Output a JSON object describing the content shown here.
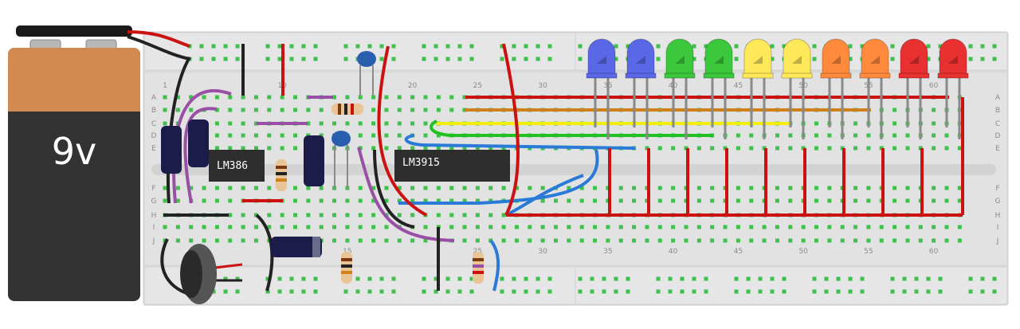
{
  "battery": {
    "label": "9v"
  },
  "chips": [
    {
      "name": "lm386-chip",
      "label": "LM386"
    },
    {
      "name": "lm3915-chip",
      "label": "LM3915"
    }
  ],
  "breadboard": {
    "row_labels": [
      "A",
      "B",
      "C",
      "D",
      "E",
      "F",
      "G",
      "H",
      "I",
      "J"
    ],
    "top_numbers": [
      "1",
      "10",
      "20",
      "25",
      "30",
      "35",
      "40",
      "45",
      "50",
      "55",
      "60"
    ],
    "bottom_numbers": [
      "15",
      "25",
      "30",
      "35",
      "40",
      "45",
      "50",
      "55",
      "60"
    ]
  },
  "leds": [
    {
      "color": "blue",
      "hex": "#5a68e8"
    },
    {
      "color": "blue",
      "hex": "#5a68e8"
    },
    {
      "color": "green",
      "hex": "#3cc83c"
    },
    {
      "color": "green",
      "hex": "#3cc83c"
    },
    {
      "color": "yellow",
      "hex": "#ffe95a"
    },
    {
      "color": "yellow",
      "hex": "#ffe95a"
    },
    {
      "color": "orange",
      "hex": "#ff8a3c"
    },
    {
      "color": "orange",
      "hex": "#ff8a3c"
    },
    {
      "color": "red",
      "hex": "#e83030"
    },
    {
      "color": "red",
      "hex": "#e83030"
    }
  ],
  "colors": {
    "board": "#e0e0e0",
    "battery_top": "#d38a50",
    "battery_body": "#333333",
    "wire_red": "#cc1111",
    "wire_black": "#222222",
    "wire_purple": "#9a4fa6",
    "wire_yellow": "#f2ee0a",
    "wire_green": "#22c022",
    "wire_blue": "#2a7ad8",
    "wire_orange": "#d0801a",
    "capacitor_ceramic": "#2a5fb0",
    "capacitor_electrolytic": "#1c1c4a",
    "hole_green": "#3ec04a"
  }
}
